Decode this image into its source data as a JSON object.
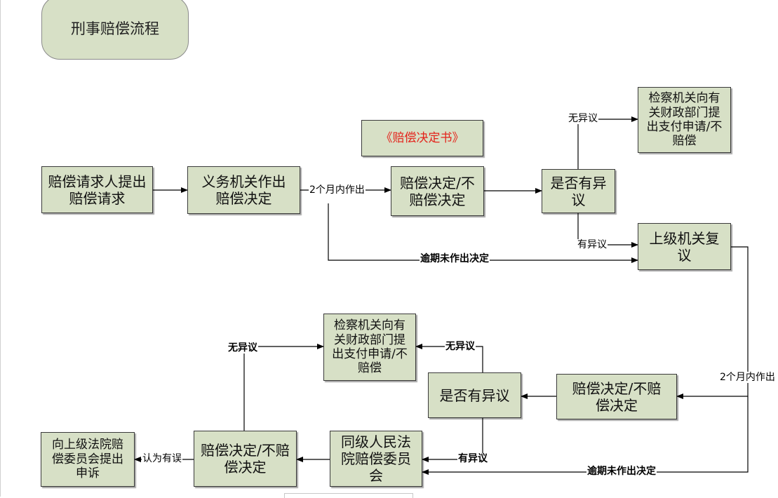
{
  "title": "刑事赔偿流程",
  "boxes": {
    "claim": "赔偿请求人提出赔偿请求",
    "organ_decision": "义务机关作出赔偿决定",
    "decision_book": "《赔偿决定书》",
    "decision1": "赔偿决定/不赔偿决定",
    "objection1": "是否有异议",
    "procuratorate1": "检察机关向有关财政部门提出支付申请/不赔偿",
    "reconsider": "上级机关复议",
    "decision2": "赔偿决定/不赔偿决定",
    "objection2": "是否有异议",
    "procuratorate2": "检察机关向有关财政部门提出支付申请/不赔偿",
    "court_committee": "同级人民法院赔偿委员会",
    "decision3": "赔偿决定/不赔偿决定",
    "appeal": "向上级法院赔偿委员会提出申诉"
  },
  "labels": {
    "two_months_1": "2个月内作出",
    "no_objection_1": "无异议",
    "has_objection_1": "有异议",
    "overdue_1": "逾期未作出决定",
    "two_months_2": "2个月内作出",
    "no_objection_2": "无异议",
    "no_objection_3": "无异议",
    "has_objection_2": "有异议",
    "overdue_2": "逾期未作出决定",
    "think_wrong": "认为有误"
  },
  "colors": {
    "box_fill": "#d7e0c6",
    "accent_text": "#e4231b",
    "line": "#000000"
  }
}
